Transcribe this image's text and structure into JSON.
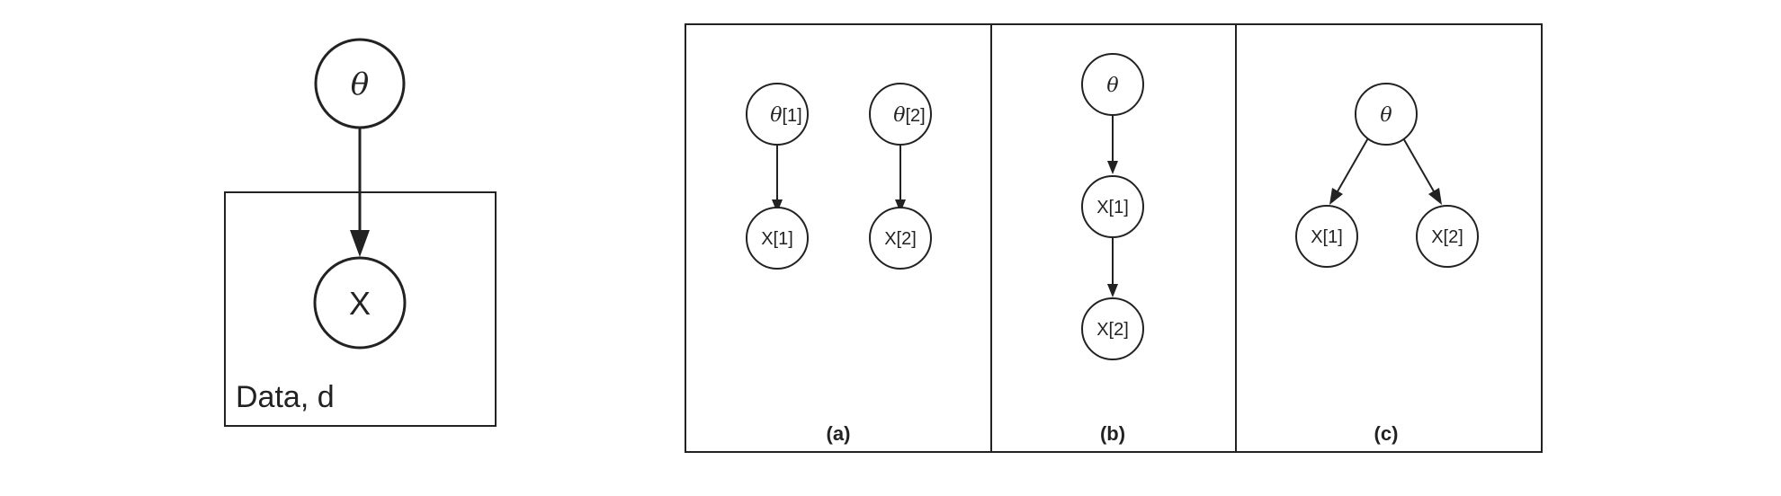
{
  "plate_diagram": {
    "nodes": [
      {
        "id": "theta",
        "label": "θ"
      },
      {
        "id": "x",
        "label": "X"
      }
    ],
    "edges": [
      {
        "from": "theta",
        "to": "x"
      }
    ],
    "plate_label": "Data, d"
  },
  "panels": [
    {
      "caption": "(a)",
      "nodes": [
        {
          "id": "theta1",
          "label": "θ",
          "index": "[1]"
        },
        {
          "id": "x1",
          "label": "X[1]"
        },
        {
          "id": "theta2",
          "label": "θ",
          "index": "[2]"
        },
        {
          "id": "x2",
          "label": "X[2]"
        }
      ],
      "edges": [
        {
          "from": "theta1",
          "to": "x1"
        },
        {
          "from": "theta2",
          "to": "x2"
        }
      ]
    },
    {
      "caption": "(b)",
      "nodes": [
        {
          "id": "theta",
          "label": "θ"
        },
        {
          "id": "x1",
          "label": "X[1]"
        },
        {
          "id": "x2",
          "label": "X[2]"
        }
      ],
      "edges": [
        {
          "from": "theta",
          "to": "x1"
        },
        {
          "from": "x1",
          "to": "x2"
        }
      ]
    },
    {
      "caption": "(c)",
      "nodes": [
        {
          "id": "theta",
          "label": "θ"
        },
        {
          "id": "x1",
          "label": "X[1]"
        },
        {
          "id": "x2",
          "label": "X[2]"
        }
      ],
      "edges": [
        {
          "from": "theta",
          "to": "x1"
        },
        {
          "from": "theta",
          "to": "x2"
        }
      ]
    }
  ]
}
